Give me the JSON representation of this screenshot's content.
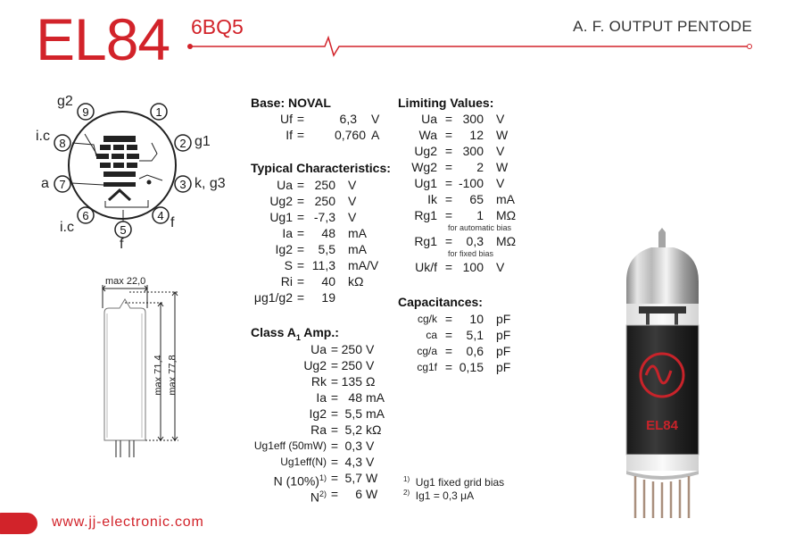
{
  "header": {
    "title": "EL84",
    "subtitle": "6BQ5",
    "category": "A. F. OUTPUT PENTODE",
    "accent_color": "#d2232a"
  },
  "base": {
    "title": "Base: NOVAL",
    "rows": [
      {
        "sym": "Uf",
        "sub": "",
        "val": "6,3",
        "unit": "V"
      },
      {
        "sym": "If",
        "sub": "",
        "val": "0,760",
        "unit": "A"
      }
    ]
  },
  "typical": {
    "title": "Typical Characteristics:",
    "rows": [
      {
        "sym": "Ua",
        "val": "250",
        "unit": "V"
      },
      {
        "sym": "Ug2",
        "val": "250",
        "unit": "V"
      },
      {
        "sym": "Ug1",
        "val": "-7,3",
        "unit": "V"
      },
      {
        "sym": "Ia",
        "val": "48",
        "unit": "mA"
      },
      {
        "sym": "Ig2",
        "val": "5,5",
        "unit": "mA"
      },
      {
        "sym": "S",
        "val": "11,3",
        "unit": "mA/V"
      },
      {
        "sym": "Ri",
        "val": "40",
        "unit": "kΩ"
      },
      {
        "sym": "μg1/g2",
        "val": "19",
        "unit": ""
      }
    ]
  },
  "class_a": {
    "title": "Class A",
    "title_sub": "1",
    "title_suffix": " Amp.:",
    "rows": [
      {
        "sym": "Ua",
        "val": "250",
        "unit": "V"
      },
      {
        "sym": "Ug2",
        "val": "250",
        "unit": "V"
      },
      {
        "sym": "Rk",
        "val": "135",
        "unit": "Ω"
      },
      {
        "sym": "Ia",
        "val": "48",
        "unit": "mA"
      },
      {
        "sym": "Ig2",
        "val": "5,5",
        "unit": "mA"
      },
      {
        "sym": "Ra",
        "val": "5,2",
        "unit": "kΩ"
      },
      {
        "sym": "Ug1eff (50mW)",
        "val": "0,3",
        "unit": "V"
      },
      {
        "sym": "Ug1eff(N)",
        "val": "4,3",
        "unit": "V"
      },
      {
        "sym": "N (10%)",
        "sup": "1)",
        "val": "5,7",
        "unit": "W"
      },
      {
        "sym": "N",
        "sup": "2)",
        "val": "6",
        "unit": "W"
      }
    ]
  },
  "limiting": {
    "title": "Limiting Values:",
    "rows": [
      {
        "sym": "Ua",
        "val": "300",
        "unit": "V"
      },
      {
        "sym": "Wa",
        "val": "12",
        "unit": "W"
      },
      {
        "sym": "Ug2",
        "val": "300",
        "unit": "V"
      },
      {
        "sym": "Wg2",
        "val": "2",
        "unit": "W"
      },
      {
        "sym": "Ug1",
        "val": "-100",
        "unit": "V"
      },
      {
        "sym": "Ik",
        "val": "65",
        "unit": "mA"
      },
      {
        "sym": "Rg1",
        "val": "1",
        "unit": "MΩ",
        "note": "for automatic bias"
      },
      {
        "sym": "Rg1",
        "val": "0,3",
        "unit": "MΩ",
        "note": "for fixed bias"
      },
      {
        "sym": "Uk/f",
        "val": "100",
        "unit": "V"
      }
    ]
  },
  "capacitances": {
    "title": "Capacitances:",
    "rows": [
      {
        "sym": "cg/k",
        "val": "10",
        "unit": "pF"
      },
      {
        "sym": "ca",
        "val": "5,1",
        "unit": "pF"
      },
      {
        "sym": "cg/a",
        "val": "0,6",
        "unit": "pF"
      },
      {
        "sym": "cg1f",
        "val": "0,15",
        "unit": "pF"
      }
    ]
  },
  "footnotes": [
    {
      "num": "1)",
      "text": "Ug1 fixed grid bias"
    },
    {
      "num": "2)",
      "text": "Ig1 = 0,3 μA"
    }
  ],
  "equals": "=",
  "pinout": {
    "pins": [
      "1",
      "2",
      "3",
      "4",
      "5",
      "6",
      "7",
      "8",
      "9"
    ],
    "labels": {
      "g2_top": "g2",
      "g1": "g1",
      "kg3": "k, g3",
      "f_right": "f",
      "f_bottom": "f",
      "ic_bottom": "i.c",
      "a": "a",
      "ic_left": "i.c"
    }
  },
  "dimensions": {
    "width": "max 22,0",
    "body": "max 71,4",
    "total": "max 77,8"
  },
  "photo": {
    "logo_text": "EL84"
  },
  "footer": {
    "url": "www.jj-electronic.com"
  }
}
